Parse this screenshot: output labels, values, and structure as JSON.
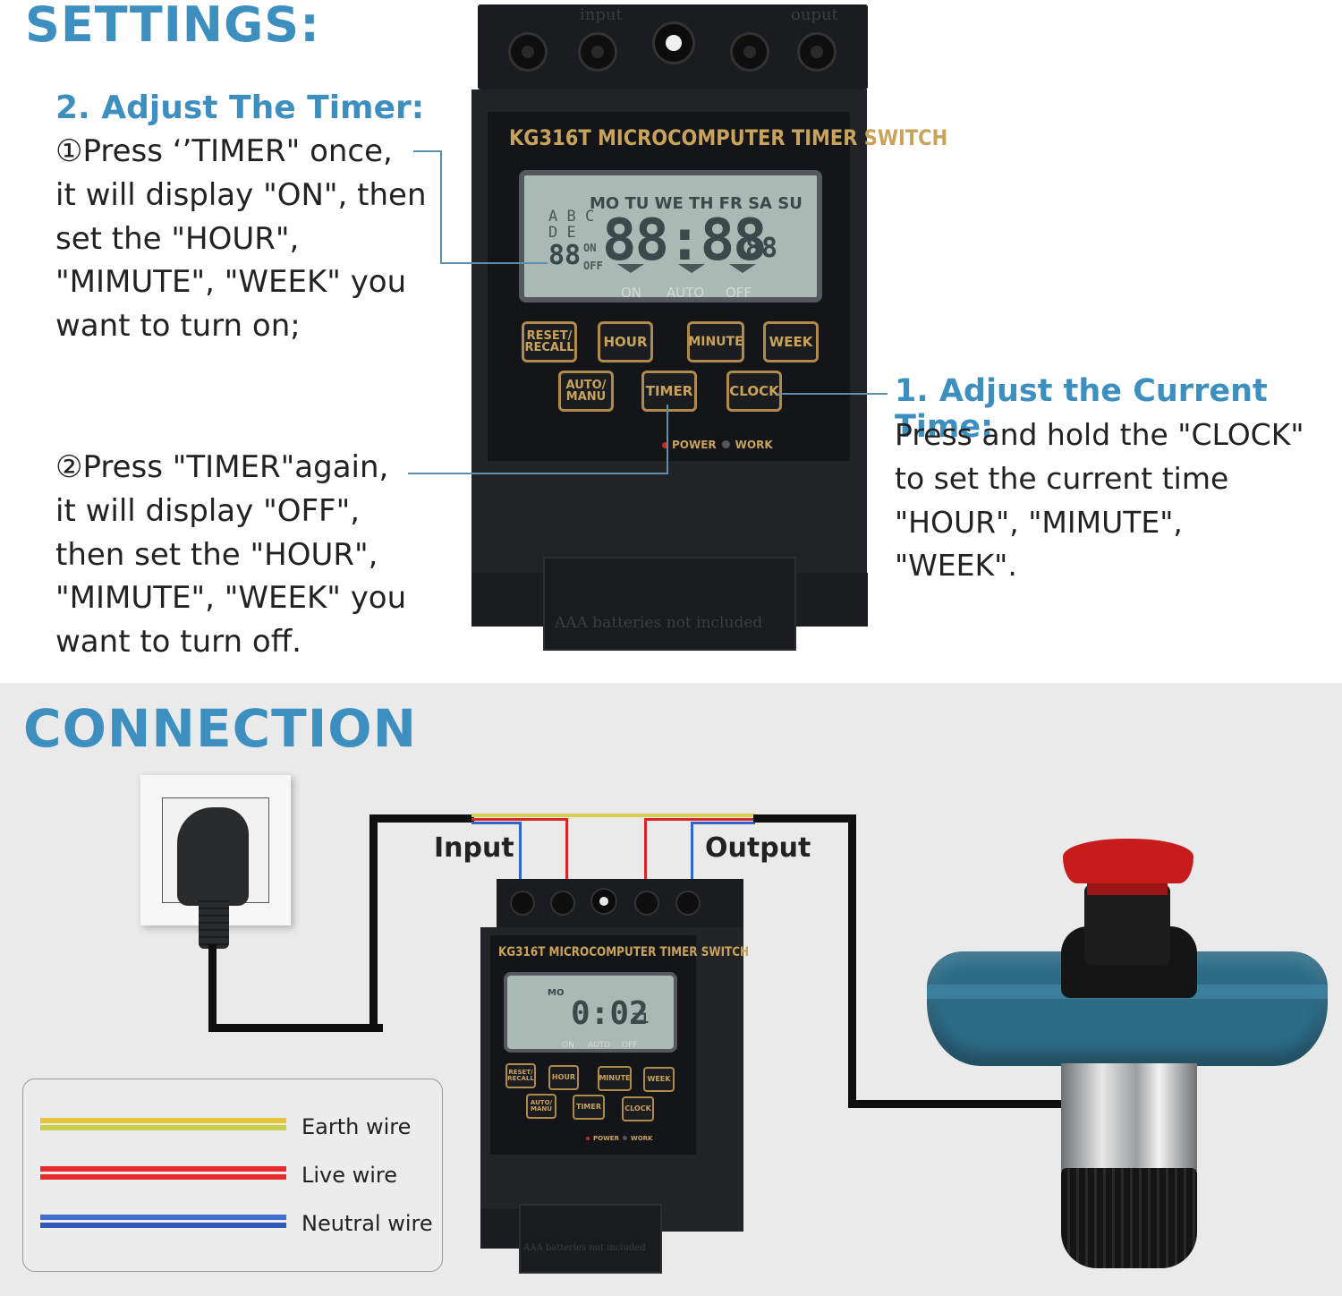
{
  "settings": {
    "heading": "SETTINGS:",
    "timer": {
      "title": "2. Adjust The Timer:",
      "step1": "①Press ‘’TIMER\" once,\nit will display \"ON\", then\nset the \"HOUR\",\n\"MIMUTE\", \"WEEK\" you\nwant to turn on;",
      "step2": "②Press \"TIMER\"again,\nit will display \"OFF\",\nthen set the \"HOUR\",\n\"MIMUTE\", \"WEEK\" you\nwant to turn off."
    },
    "clock": {
      "title": "1. Adjust the Current Time:",
      "text": "Press and hold the \"CLOCK\"\nto set the current time\n\"HOUR\", \"MIMUTE\",\n\"WEEK\"."
    }
  },
  "device": {
    "input_label": "input",
    "output_label": "ouput",
    "brand": "KG316T  MICROCOMPUTER TIMER SWITCH",
    "lcd": {
      "days": "MO TU WE TH FR SA SU",
      "letters_row1": "A B C",
      "letters_row2": "D E",
      "small_digits": "88",
      "on": "ON",
      "off": "OFF",
      "main_digits": "88:88",
      "seconds": "88"
    },
    "modes": [
      "ON",
      "AUTO",
      "OFF"
    ],
    "buttons": {
      "reset": "RESET/\nRECALL",
      "hour": "HOUR",
      "minute": "MINUTE",
      "week": "WEEK",
      "auto": "AUTO/\nMANU",
      "timer": "TIMER",
      "clock": "CLOCK"
    },
    "power": "POWER",
    "work": "WORK",
    "battery_note": "AAA batteries not included"
  },
  "connection": {
    "heading": "CONNECTION",
    "input": "Input",
    "output": "Output",
    "small_device": {
      "brand": "KG316T  MICROCOMPUTER TIMER SWITCH",
      "day": "MO",
      "time": "0:02",
      "seconds": "21"
    },
    "legend": [
      {
        "label": "Earth wire",
        "colors": [
          "#e8c43a",
          "#c8d048"
        ]
      },
      {
        "label": "Live wire",
        "colors": [
          "#e82a2a",
          "#e82a2a"
        ]
      },
      {
        "label": "Neutral wire",
        "colors": [
          "#3f6fd0",
          "#2c5cb8"
        ]
      }
    ]
  },
  "colors": {
    "accent": "#3d8fc0",
    "gold": "#c9a35a",
    "background_bottom": "#eaeaea"
  }
}
